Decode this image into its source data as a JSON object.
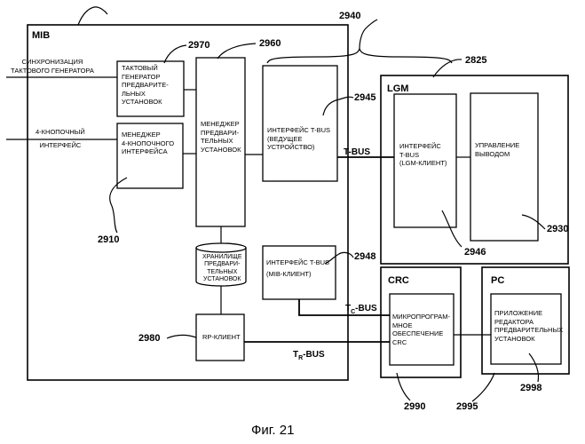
{
  "figure": {
    "caption": "Фиг. 21"
  },
  "labels": {
    "mib": "MIB",
    "lgm": "LGM",
    "crc": "CRC",
    "pc": "PC"
  },
  "inputs": {
    "sync": "СИНХРОНИЗАЦИЯ\nТАКТОВОГО ГЕНЕРАТОРА",
    "four_button": "4-КНОПОЧНЫЙ\nИНТЕРФЕЙС"
  },
  "blocks": {
    "clock_gen": "ТАКТОВЫЙ\nГЕНЕРАТОР\nПРЕДВАРИТЕ-\nЛЬНЫХ\nУСТАНОВОК",
    "four_button_mgr": "МЕНЕДЖЕР\n4-КНОПОЧНОГО\nИНТЕРФЕЙСА",
    "preset_mgr": "МЕНЕДЖЕР\nПРЕДВАРИ-\nТЕЛЬНЫХ\nУСТАНОВОК",
    "tbus_master": "ИНТЕРФЕЙС T-BUS\n(ВЕДУЩЕЕ\nУСТРОЙСТВО)",
    "storage": "ХРАНИЛИЩЕ\nПРЕДВАРИ-\nТЕЛЬНЫХ\nУСТАНОВОК",
    "tbus_mib_client": "ИНТЕРФЕЙС T-BUS\n(MIB-КЛИЕНТ)",
    "rp_client": "RP-КЛИЕНТ",
    "tbus_lgm_client": "ИНТЕРФЕЙС\nT-BUS\n(LGM-КЛИЕНТ)",
    "output_control": "УПРАВЛЕНИЕ\nВЫВОДОМ",
    "crc_firmware": "МИКРОПРОГРАМ-\nМНОЕ\nОБЕСПЕЧЕНИЕ\nCRC",
    "preset_editor": "ПРИЛОЖЕНИЕ\nРЕДАКТОРА\nПРЕДВАРИТЕЛЬНЫХ\nУСТАНОВОК"
  },
  "buses": {
    "t_bus": "T-BUS",
    "tc_prefix": "T",
    "tc_sub": "C",
    "tc_suffix": "-BUS",
    "tr_prefix": "T",
    "tr_sub": "R",
    "tr_suffix": "-BUS"
  },
  "refs": {
    "r2940": "2940",
    "r2970": "2970",
    "r2960": "2960",
    "r2825": "2825",
    "r2945": "2945",
    "r2910": "2910",
    "r2930": "2930",
    "r2946": "2946",
    "r2948": "2948",
    "r2980": "2980",
    "r2990": "2990",
    "r2995": "2995",
    "r2998": "2998"
  }
}
